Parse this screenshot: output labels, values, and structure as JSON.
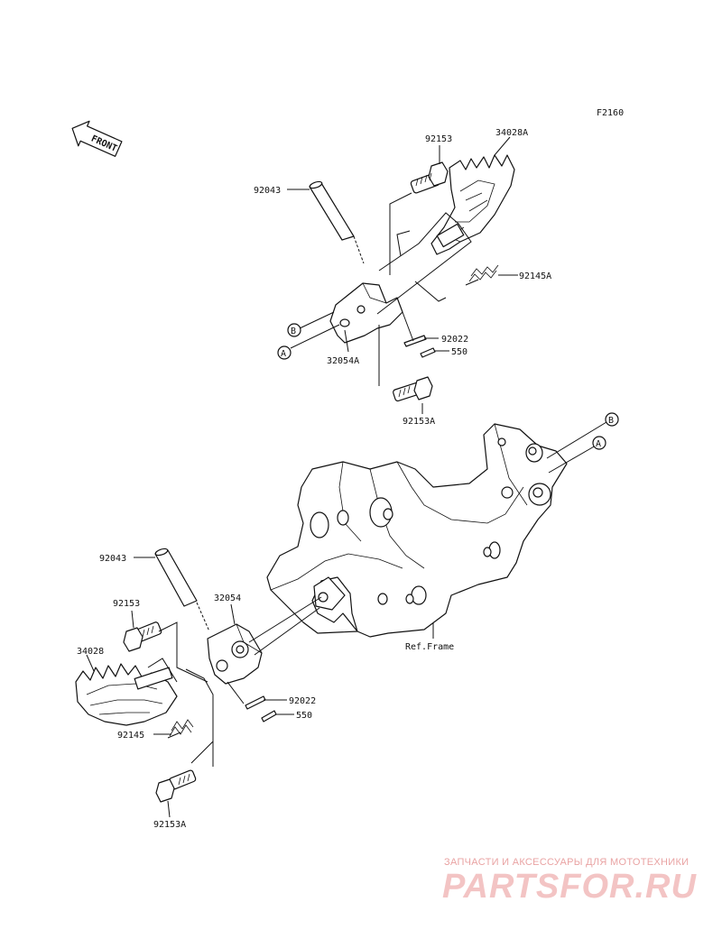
{
  "diagram": {
    "code": "F2160",
    "front_label": "FRONT",
    "ref_frame": "Ref.Frame",
    "callout_a": "A",
    "callout_b": "B",
    "parts": {
      "p92153_top": "92153",
      "p34028A": "34028A",
      "p92043_top": "92043",
      "p92145A": "92145A",
      "p92022_top": "92022",
      "p550_top": "550",
      "p32054A": "32054A",
      "p92153A_top": "92153A",
      "p92043_bot": "92043",
      "p92153_bot": "92153",
      "p32054": "32054",
      "p34028": "34028",
      "p92022_bot": "92022",
      "p550_bot": "550",
      "p92145": "92145",
      "p92153A_bot": "92153A"
    }
  },
  "watermark": {
    "line1": "ЗАПЧАСТИ И АКСЕССУАРЫ ДЛЯ МОТОТЕХНИКИ",
    "logo": "PARTSFOR.RU"
  }
}
